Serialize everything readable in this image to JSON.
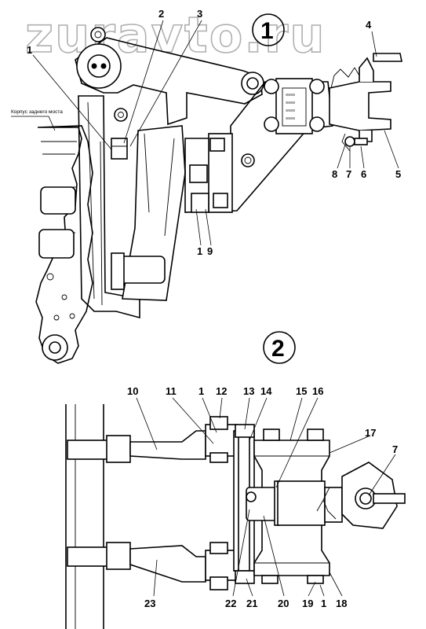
{
  "watermark": "zuravto.ru",
  "views": [
    "1",
    "2"
  ],
  "caption": "Корпус заднего моста",
  "callouts_top": [
    "1",
    "2",
    "3",
    "4",
    "5",
    "6",
    "7",
    "8",
    "1",
    "9"
  ],
  "callouts_bottom": [
    "10",
    "11",
    "1",
    "12",
    "13",
    "14",
    "15",
    "16",
    "17",
    "7",
    "23",
    "22",
    "21",
    "20",
    "19",
    "1",
    "18"
  ],
  "colors": {
    "line": "#000000",
    "background": "#ffffff",
    "watermark_stroke": "#b0b0b0"
  }
}
